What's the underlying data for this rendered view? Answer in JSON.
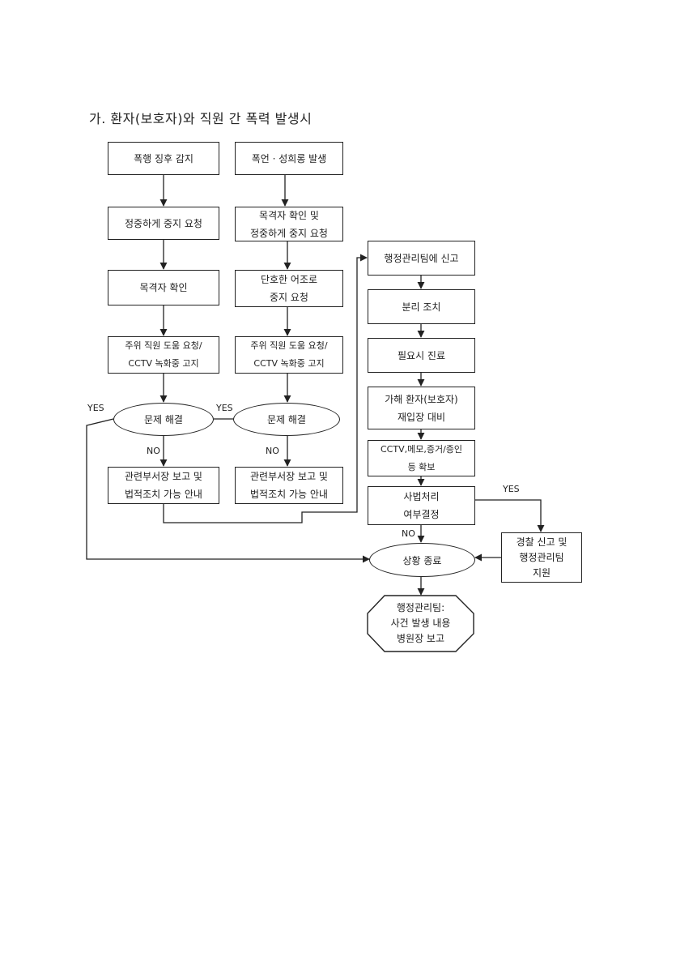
{
  "title": "가. 환자(보호자)와 직원 간 폭력 발생시",
  "left_column": {
    "step1": "폭행 징후 감지",
    "step2": "정중하게 중지 요청",
    "step3": "목격자 확인",
    "step4": "주위 직원 도움 요청/\nCCTV 녹화중 고지",
    "decision": "문제 해결",
    "step5": "관련부서장 보고 및\n법적조치 가능 안내"
  },
  "middle_column": {
    "step1": "폭언 · 성희롱 발생",
    "step2": "목격자 확인 및\n정중하게 중지 요청",
    "step3": "단호한 어조로\n중지 요청",
    "step4": "주위 직원 도움 요청/\nCCTV 녹화중 고지",
    "decision": "문제 해결",
    "step5": "관련부서장 보고 및\n법적조치 가능 안내"
  },
  "right_column": {
    "step1": "행정관리팀에 신고",
    "step2": "분리 조치",
    "step3": "필요시 진료",
    "step4": "가해 환자(보호자)\n재입장 대비",
    "step5": "CCTV,메모,증거/증인\n등 확보",
    "decision": "사법처리\n여부결정",
    "police": "경찰 신고 및\n행정관리팀\n지원",
    "end": "상황 종료",
    "report": "행정관리팀:\n사건 발생 내용\n병원장 보고"
  },
  "labels": {
    "yes": "YES",
    "no": "NO"
  }
}
